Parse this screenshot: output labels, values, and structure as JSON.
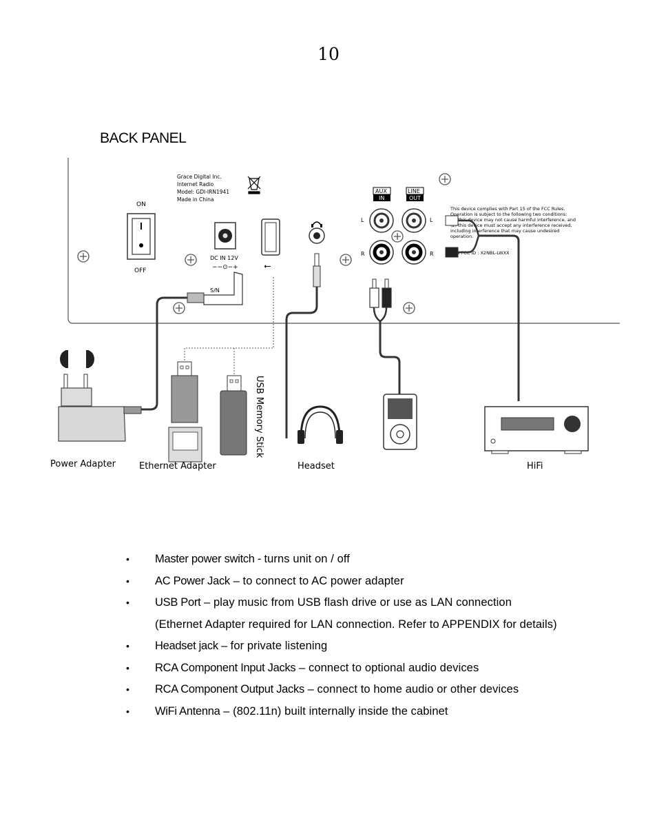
{
  "page_number": "10",
  "section_title": "BACK PANEL",
  "diagram": {
    "panel_labels": {
      "on": "ON",
      "off": "OFF",
      "dc_in": "DC  IN 12V",
      "dc_polarity": "−−⊙−+",
      "sn": "S/N",
      "aux": "AUX",
      "aux_in": "IN",
      "line": "LINE",
      "line_out": "OUT",
      "left": "L",
      "right": "R"
    },
    "device_info": [
      "Grace Digital Inc.",
      "Internet Radio",
      "Model: GDI-IRN1941",
      "Made in China"
    ],
    "fcc_text": [
      "This device complies with Part 15 of the FCC Rules.",
      "Operation is subject to the following two conditions:",
      "(1) this device may not cause harmful interference, and",
      "(2) this device must accept any interference received,",
      "including interference that may cause undesired",
      "operation."
    ],
    "fcc_id": "This FCC ID : X2NBL-LWXX",
    "accessories": {
      "power_adapter": "Power Adapter",
      "ethernet_adapter": "Ethernet Adapter",
      "usb_memory_stick": "USB Memory Stick",
      "headset": "Headset",
      "hifi": "HiFi"
    }
  },
  "features": [
    {
      "term": "Master power switch  - ",
      "desc": " turns unit on / off"
    },
    {
      "term": "AC Power Jack",
      "desc": " – to connect to AC power adapter"
    },
    {
      "term": "USB Port",
      "desc": " – play music from USB flash drive or use as LAN connection"
    },
    {
      "term": "",
      "desc": "(Ethernet Adapter required for LAN connection. Refer to APPENDIX for details)"
    },
    {
      "term": "Headset jack –",
      "desc": " for private listening"
    },
    {
      "term": "RCA Component Input Jacks",
      "desc": " – connect to optional audio devices"
    },
    {
      "term": "RCA Component Output Jacks",
      "desc": " – connect to home audio or other devices"
    },
    {
      "term": "WiFi Antenna",
      "desc": " – (802.11n) built internally inside the cabinet"
    }
  ],
  "bullet_symbol": "•"
}
